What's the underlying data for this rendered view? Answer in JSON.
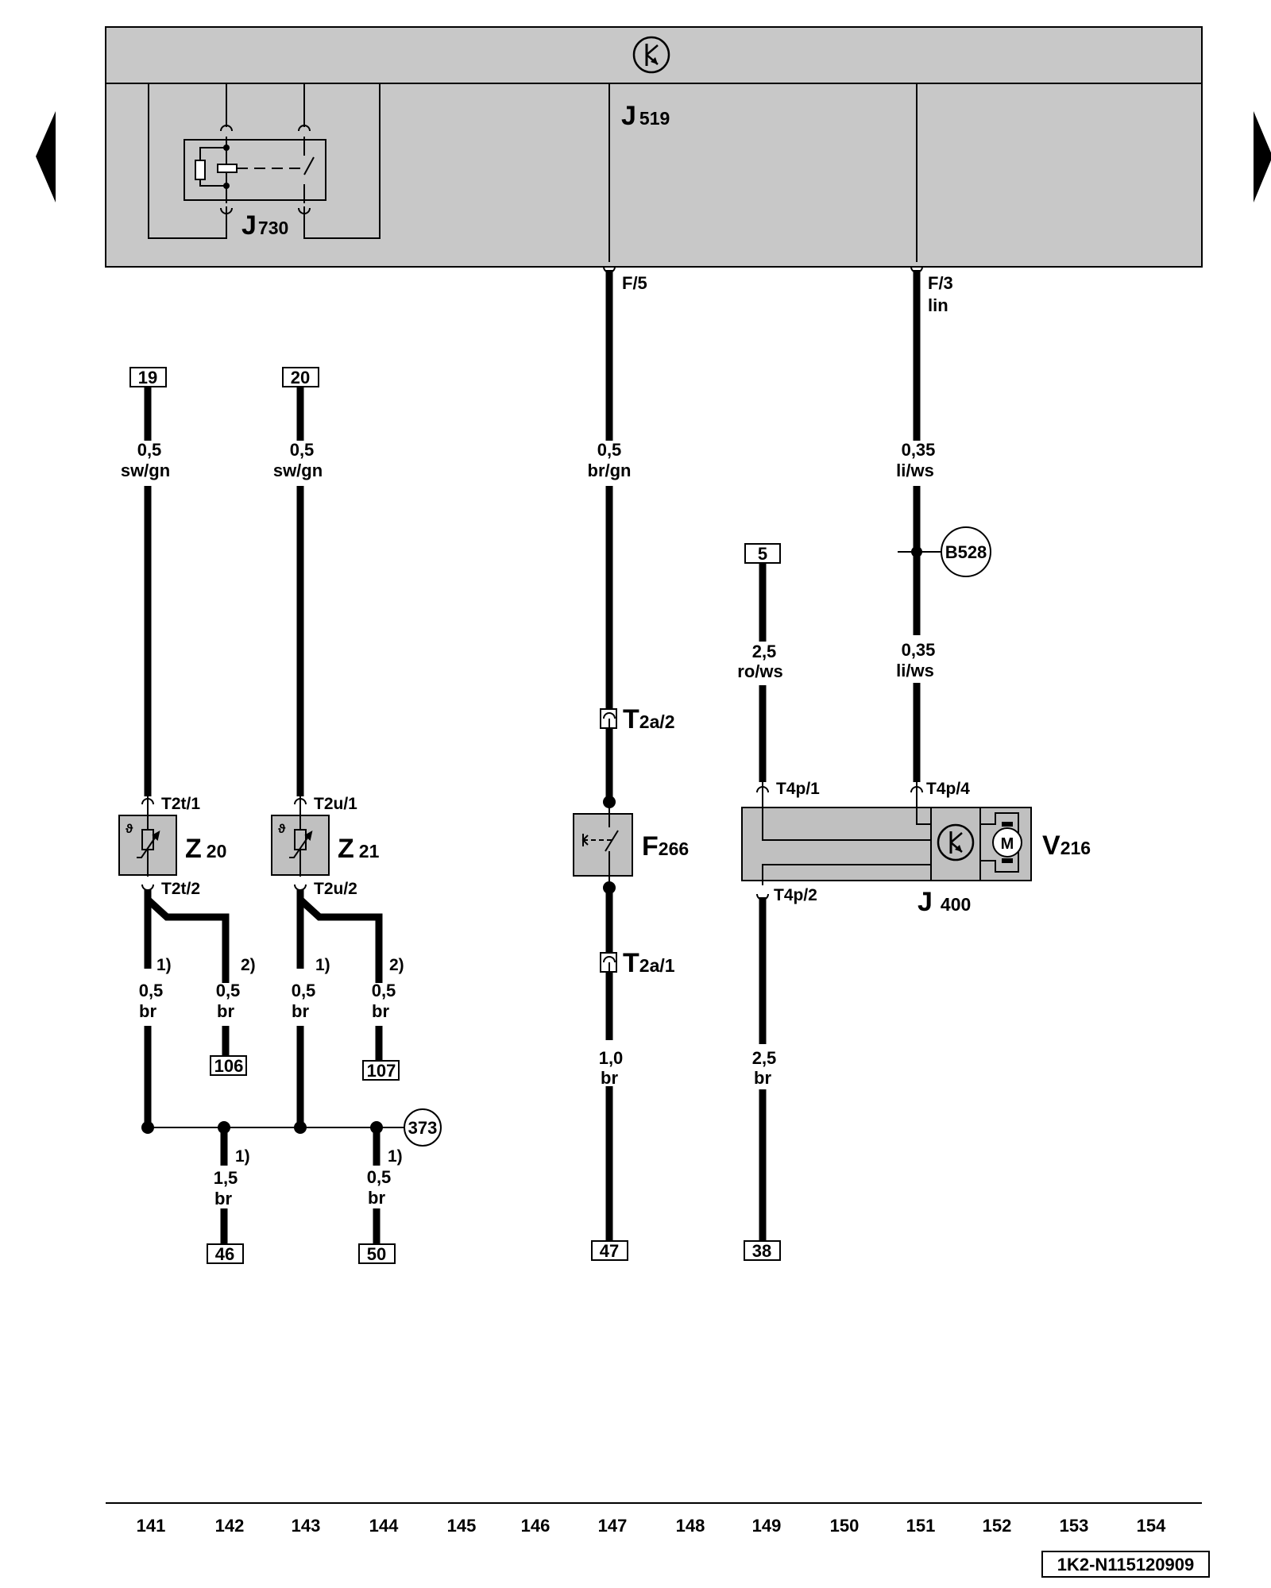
{
  "components": {
    "j519": {
      "letter": "J",
      "num": "519"
    },
    "j730": {
      "letter": "J",
      "num": "730"
    },
    "z20": {
      "letter": "Z",
      "num": "20"
    },
    "z21": {
      "letter": "Z",
      "num": "21"
    },
    "f266": {
      "letter": "F",
      "num": "266"
    },
    "v216": {
      "letter": "V",
      "num": "216"
    },
    "j400": {
      "letter": "J",
      "num": "400"
    }
  },
  "pins": {
    "f5": "F/5",
    "f3": "F/3",
    "lin": "lin",
    "t2t1": "T2t/1",
    "t2t2": "T2t/2",
    "t2u1": "T2u/1",
    "t2u2": "T2u/2",
    "t2a2_T": "T",
    "t2a2_sub": "2a/2",
    "t2a1_T": "T",
    "t2a1_sub": "2a/1",
    "t4p1": "T4p/1",
    "t4p4": "T4p/4",
    "t4p2": "T4p/2"
  },
  "refs": {
    "r19": "19",
    "r20": "20",
    "r5": "5",
    "r106": "106",
    "r107": "107",
    "r46": "46",
    "r50": "50",
    "r47": "47",
    "r38": "38"
  },
  "grounds": {
    "b528": "B528",
    "g373": "373"
  },
  "wires": {
    "w19_s": "0,5",
    "w19_c": "sw/gn",
    "w20_s": "0,5",
    "w20_c": "sw/gn",
    "wf5_s": "0,5",
    "wf5_c": "br/gn",
    "wf3_s": "0,35",
    "wf3_c": "li/ws",
    "wb528_s": "0,35",
    "wb528_c": "li/ws",
    "w5_s": "2,5",
    "w5_c": "ro/ws",
    "z20a_s": "0,5",
    "z20a_c": "br",
    "z20b_s": "0,5",
    "z20b_c": "br",
    "z21a_s": "0,5",
    "z21a_c": "br",
    "z21b_s": "0,5",
    "z21b_c": "br",
    "w46_s": "1,5",
    "w46_c": "br",
    "w50_s": "0,5",
    "w50_c": "br",
    "w47_s": "1,0",
    "w47_c": "br",
    "w38_s": "2,5",
    "w38_c": "br"
  },
  "notes": {
    "n1": "1)",
    "n2": "2)"
  },
  "footer": {
    "columns": [
      "141",
      "142",
      "143",
      "144",
      "145",
      "146",
      "147",
      "148",
      "149",
      "150",
      "151",
      "152",
      "153",
      "154"
    ],
    "code": "1K2-N115120909"
  },
  "colors": {
    "panel": "#c8c8c8",
    "component": "#c0c0c0",
    "line": "#000000"
  }
}
